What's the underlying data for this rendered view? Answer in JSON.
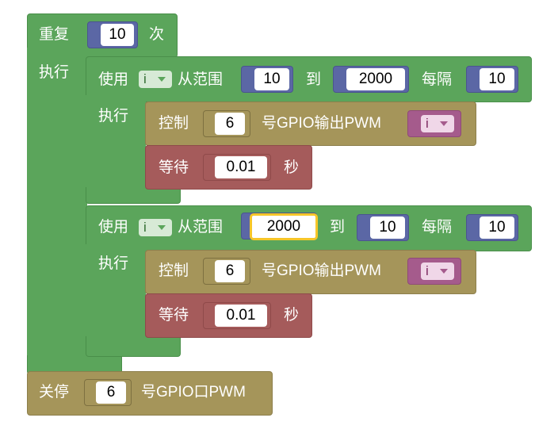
{
  "repeat": {
    "keyword": "重复",
    "count": "10",
    "suffix": "次",
    "do_label": "执行"
  },
  "loop1": {
    "use_label": "使用",
    "var": "i",
    "range_label": "从范围",
    "from": "10",
    "to_label": "到",
    "to": "2000",
    "step_label": "每隔",
    "step": "10",
    "do_label": "执行",
    "control": {
      "label": "控制",
      "pin": "6",
      "output_label": "号GPIO输出PWM",
      "var": "i"
    },
    "wait": {
      "label": "等待",
      "seconds": "0.01",
      "unit": "秒"
    }
  },
  "loop2": {
    "use_label": "使用",
    "var": "i",
    "range_label": "从范围",
    "from": "2000",
    "to_label": "到",
    "to": "10",
    "step_label": "每隔",
    "step": "10",
    "do_label": "执行",
    "control": {
      "label": "控制",
      "pin": "6",
      "output_label": "号GPIO输出PWM",
      "var": "i"
    },
    "wait": {
      "label": "等待",
      "seconds": "0.01",
      "unit": "秒"
    }
  },
  "stop": {
    "label": "关停",
    "pin": "6",
    "suffix": "号GPIO口PWM"
  },
  "colors": {
    "loop_green": "#5ba55b",
    "math_blue": "#5b67a5",
    "io_olive": "#a5955a",
    "time_red": "#a55b5b",
    "var_pink": "#a55b8c",
    "selection_yellow": "#f6c628"
  }
}
